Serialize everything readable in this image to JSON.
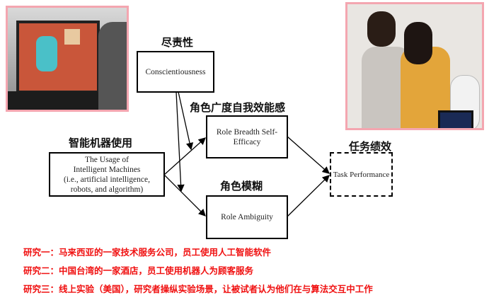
{
  "nodes": {
    "conscientiousness": {
      "cn": "尽责性",
      "en": "Conscientiousness"
    },
    "rbse": {
      "cn": "角色广度自我效能感",
      "en": "Role Breadth Self-Efficacy"
    },
    "usage": {
      "cn": "智能机器使用",
      "en_lines": [
        "The Usage of",
        "Intelligent Machines",
        "(i.e., artificial intelligence,",
        "robots, and algorithm)"
      ]
    },
    "ambiguity": {
      "cn": "角色模糊",
      "en": "Role Ambiguity"
    },
    "task": {
      "cn": "任务绩效",
      "en": "Task Performance"
    }
  },
  "studies": [
    "研究一：马来西亚的一家技术服务公司，员工使用人工智能软件",
    "研究二：中国台湾的一家酒店，员工使用机器人为顾客服务",
    "研究三：线上实验（美国），研究者操纵实验场景，让被试者认为他们在与算法交互中工作"
  ],
  "colors": {
    "study_text": "#f01010",
    "photo_border": "#f4a6b0"
  }
}
